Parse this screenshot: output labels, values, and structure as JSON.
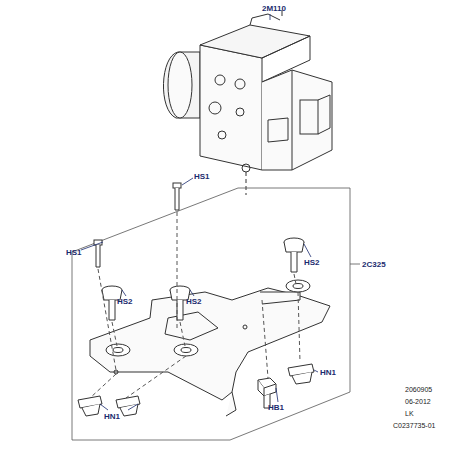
{
  "diagram": {
    "labels": [
      "2M110",
      "HS1",
      "HS1",
      "HS2",
      "2C325",
      "HS2",
      "HS2",
      "HN1",
      "2060905",
      "HB1",
      "06-2012",
      "LK",
      "HN1",
      "C0237735-01"
    ]
  }
}
